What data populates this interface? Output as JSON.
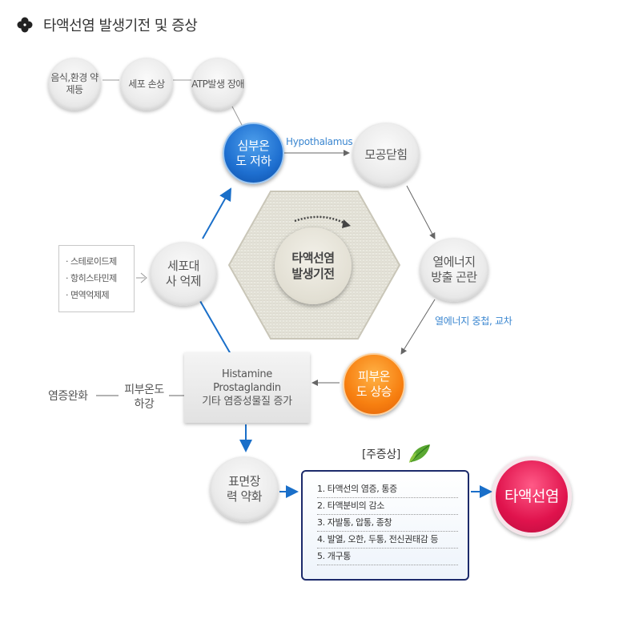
{
  "header": {
    "icon": "clover-icon",
    "title": "타액선염 발생기전 및 증상"
  },
  "top_chain": [
    "음식,환경 약제등",
    "세포 손상",
    "ATP발생 장애"
  ],
  "nodes": {
    "core_temp_down": "심부온도 저하",
    "pore_close": "모공닫힘",
    "heat_release": "열에너지 방출 곤란",
    "skin_temp_up": "피부온도 상승",
    "cell_suppress": "세포대사 억제",
    "surface_tension": "표면장력 약화",
    "final": "타액선염"
  },
  "center": {
    "label": "타액선염 발생기전"
  },
  "labels": {
    "hypothalamus": "Hypothalamus",
    "heat_overlap": "열에너지 중첩, 교차",
    "inflam_relief": "염증완화",
    "skin_temp_down": "피부온도 하강"
  },
  "drugs": [
    "· 스테로이드제",
    "· 항히스타민제",
    "· 면역억제제"
  ],
  "mediators": [
    "Histamine",
    "Prostaglandin",
    "기타 염증성물질 증가"
  ],
  "symptoms": {
    "title": "[주증상]",
    "items": [
      "1. 타액선의 염증, 통증",
      "2. 타액분비의 감소",
      "3. 자발통, 압통, 종창",
      "4. 발열, 오한, 두통, 전신권태감 등",
      "5. 개구통"
    ]
  },
  "colors": {
    "blue": "#1e6fd0",
    "orange": "#f77f10",
    "pink": "#e0134d",
    "navy": "#1c2a6b",
    "arrow": "#1a6fc9"
  }
}
